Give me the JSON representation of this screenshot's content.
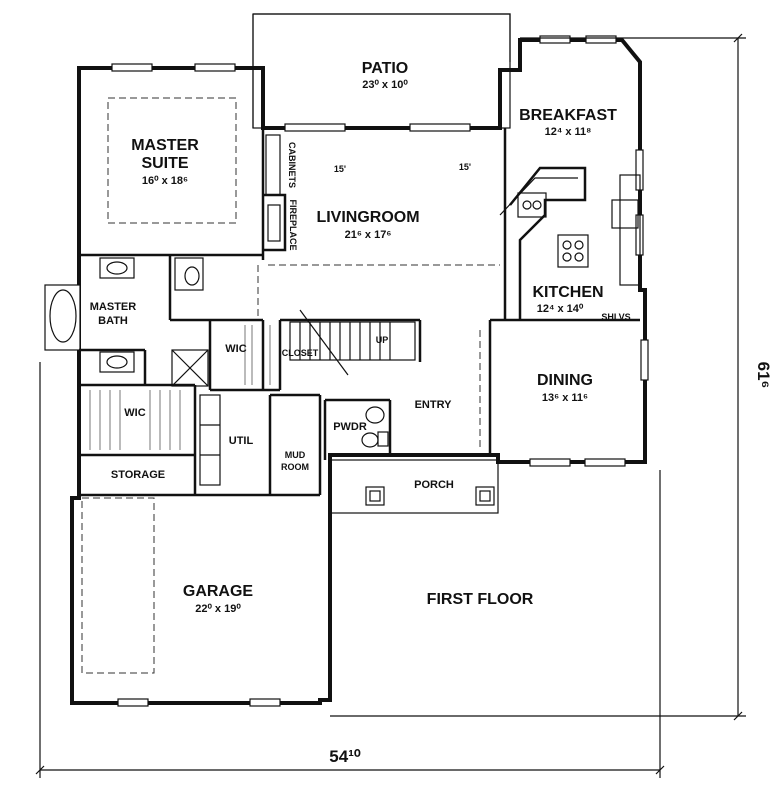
{
  "title": "FIRST FLOOR",
  "rooms": {
    "patio": {
      "name": "PATIO",
      "size": "23⁰ x 10⁰"
    },
    "breakfast": {
      "name": "BREAKFAST",
      "size": "12⁴ x 11⁸"
    },
    "master_suite": {
      "name_line1": "MASTER",
      "name_line2": "SUITE",
      "size": "16⁰ x 18⁶"
    },
    "livingroom": {
      "name": "LIVINGROOM",
      "size": "21⁶ x 17⁶"
    },
    "kitchen": {
      "name": "KITCHEN",
      "size": "12⁴ x 14⁰"
    },
    "master_bath": {
      "name_line1": "MASTER",
      "name_line2": "BATH"
    },
    "wic_upper": {
      "name": "WIC"
    },
    "wic_lower": {
      "name": "WIC"
    },
    "closet": {
      "name": "CLOSET"
    },
    "dining": {
      "name": "DINING",
      "size": "13⁶ x 11⁶"
    },
    "entry": {
      "name": "ENTRY"
    },
    "pwdr": {
      "name": "PWDR"
    },
    "util": {
      "name": "UTIL"
    },
    "mud_room": {
      "name_line1": "MUD",
      "name_line2": "ROOM"
    },
    "storage": {
      "name": "STORAGE"
    },
    "porch": {
      "name": "PORCH"
    },
    "garage": {
      "name": "GARAGE",
      "size": "22⁰ x 19⁰"
    }
  },
  "labels": {
    "fireplace": "FIREPLACE",
    "cabinets": "CABINETS",
    "shlvs": "SHLVS",
    "stair_up": "UP",
    "ceiling_left": "15'",
    "ceiling_right": "15'"
  },
  "dimensions": {
    "width": "54¹⁰",
    "depth": "61⁶"
  }
}
